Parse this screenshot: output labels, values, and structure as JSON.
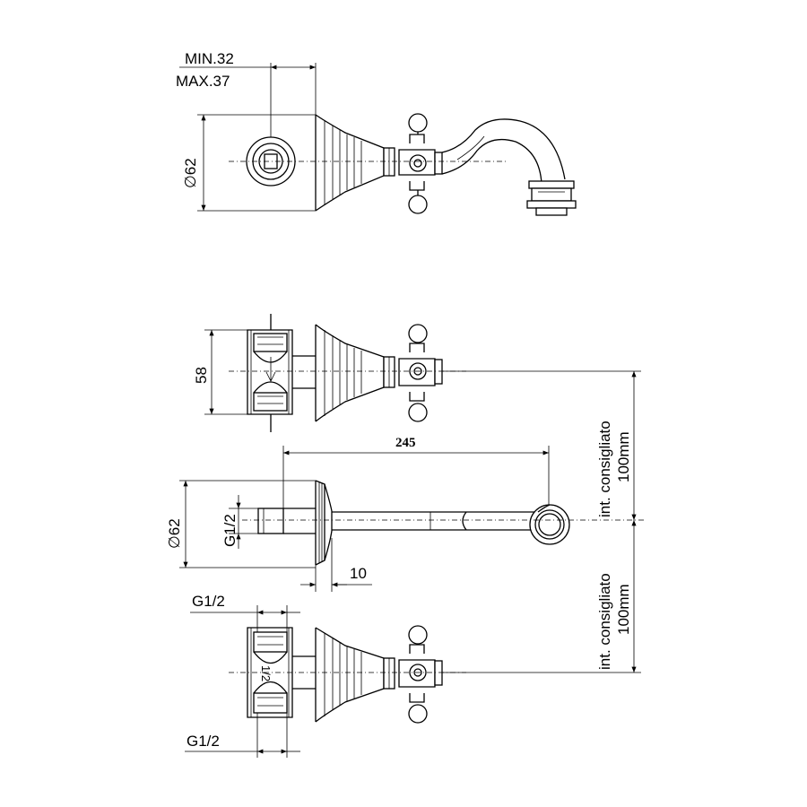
{
  "labels": {
    "min_depth": "MIN.32",
    "max_depth": "MAX.37",
    "diameter_top": "∅62",
    "height_58": "58",
    "length_245": "245",
    "diameter_mid": "∅62",
    "thread_mid": "G1/2",
    "offset_10": "10",
    "thread_bottom_top": "G1/2",
    "thread_bottom_low": "G1/2",
    "spacing_upper_a": "int. consigliato",
    "spacing_upper_b": "100mm",
    "spacing_lower_a": "int. consigliato",
    "spacing_lower_b": "100mm",
    "valve_mark": "1/2"
  }
}
